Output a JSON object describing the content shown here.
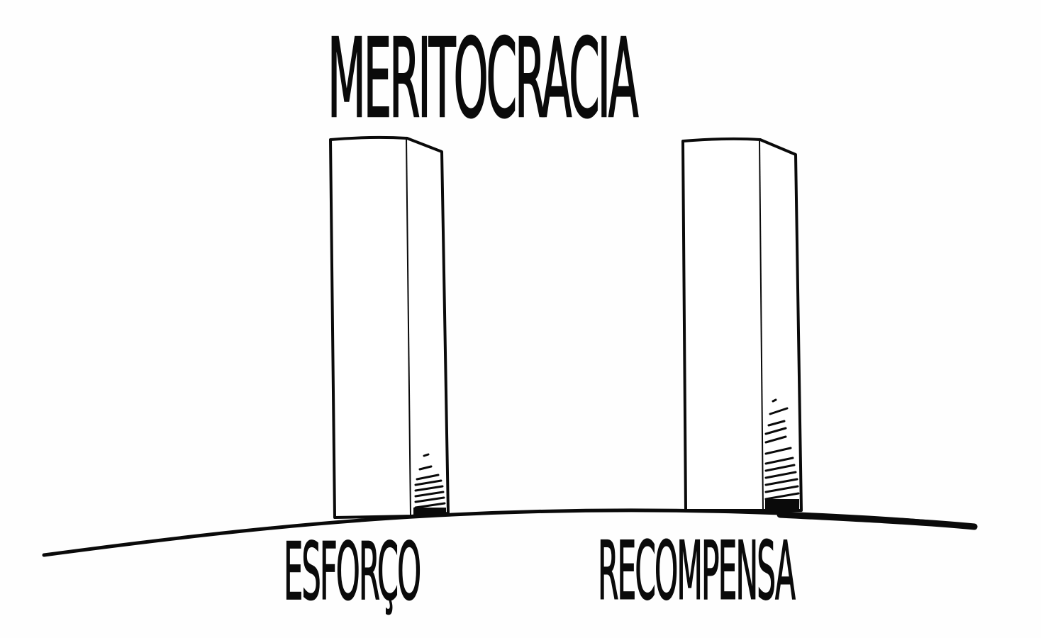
{
  "illustration": {
    "title": "MERITOCRACIA",
    "pillars": [
      {
        "id": "left",
        "label": "ESFORÇO"
      },
      {
        "id": "right",
        "label": "RECOMPENSA"
      }
    ],
    "colors": {
      "ink": "#0a0a0a",
      "background": "#fefefe"
    }
  }
}
